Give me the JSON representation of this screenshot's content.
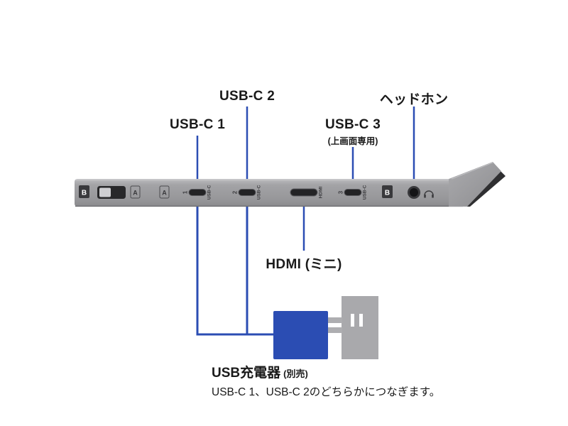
{
  "labels": {
    "usb_c_1": "USB-C 1",
    "usb_c_2": "USB-C 2",
    "usb_c_3": "USB-C 3",
    "usb_c_3_note": "(上画面専用)",
    "headphone": "ヘッドホン",
    "hdmi": "HDMI (ミニ)",
    "charger_title": "USB充電器",
    "charger_note": "(別売)",
    "charger_desc": "USB-C 1、USB-C 2のどちらかにつなぎます。"
  },
  "device": {
    "marks": {
      "b_left": "B",
      "a_1": "A",
      "a_2": "A",
      "port1_num": "1",
      "port1_type": "USB-C",
      "port2_num": "2",
      "port2_type": "USB-C",
      "hdmi_port": "HDMI",
      "port3_num": "3",
      "port3_type": "USB-C",
      "b_right": "B"
    },
    "icons": [
      "headphone-jack",
      "power-switch",
      "wall-outlet",
      "usb-charger"
    ]
  },
  "colors": {
    "accent_blue": "#2b4db3",
    "device_gray": "#9b9b9e",
    "outlet_gray": "#a9a9ac",
    "port_dark": "#232325",
    "text": "#1a1a1a"
  }
}
